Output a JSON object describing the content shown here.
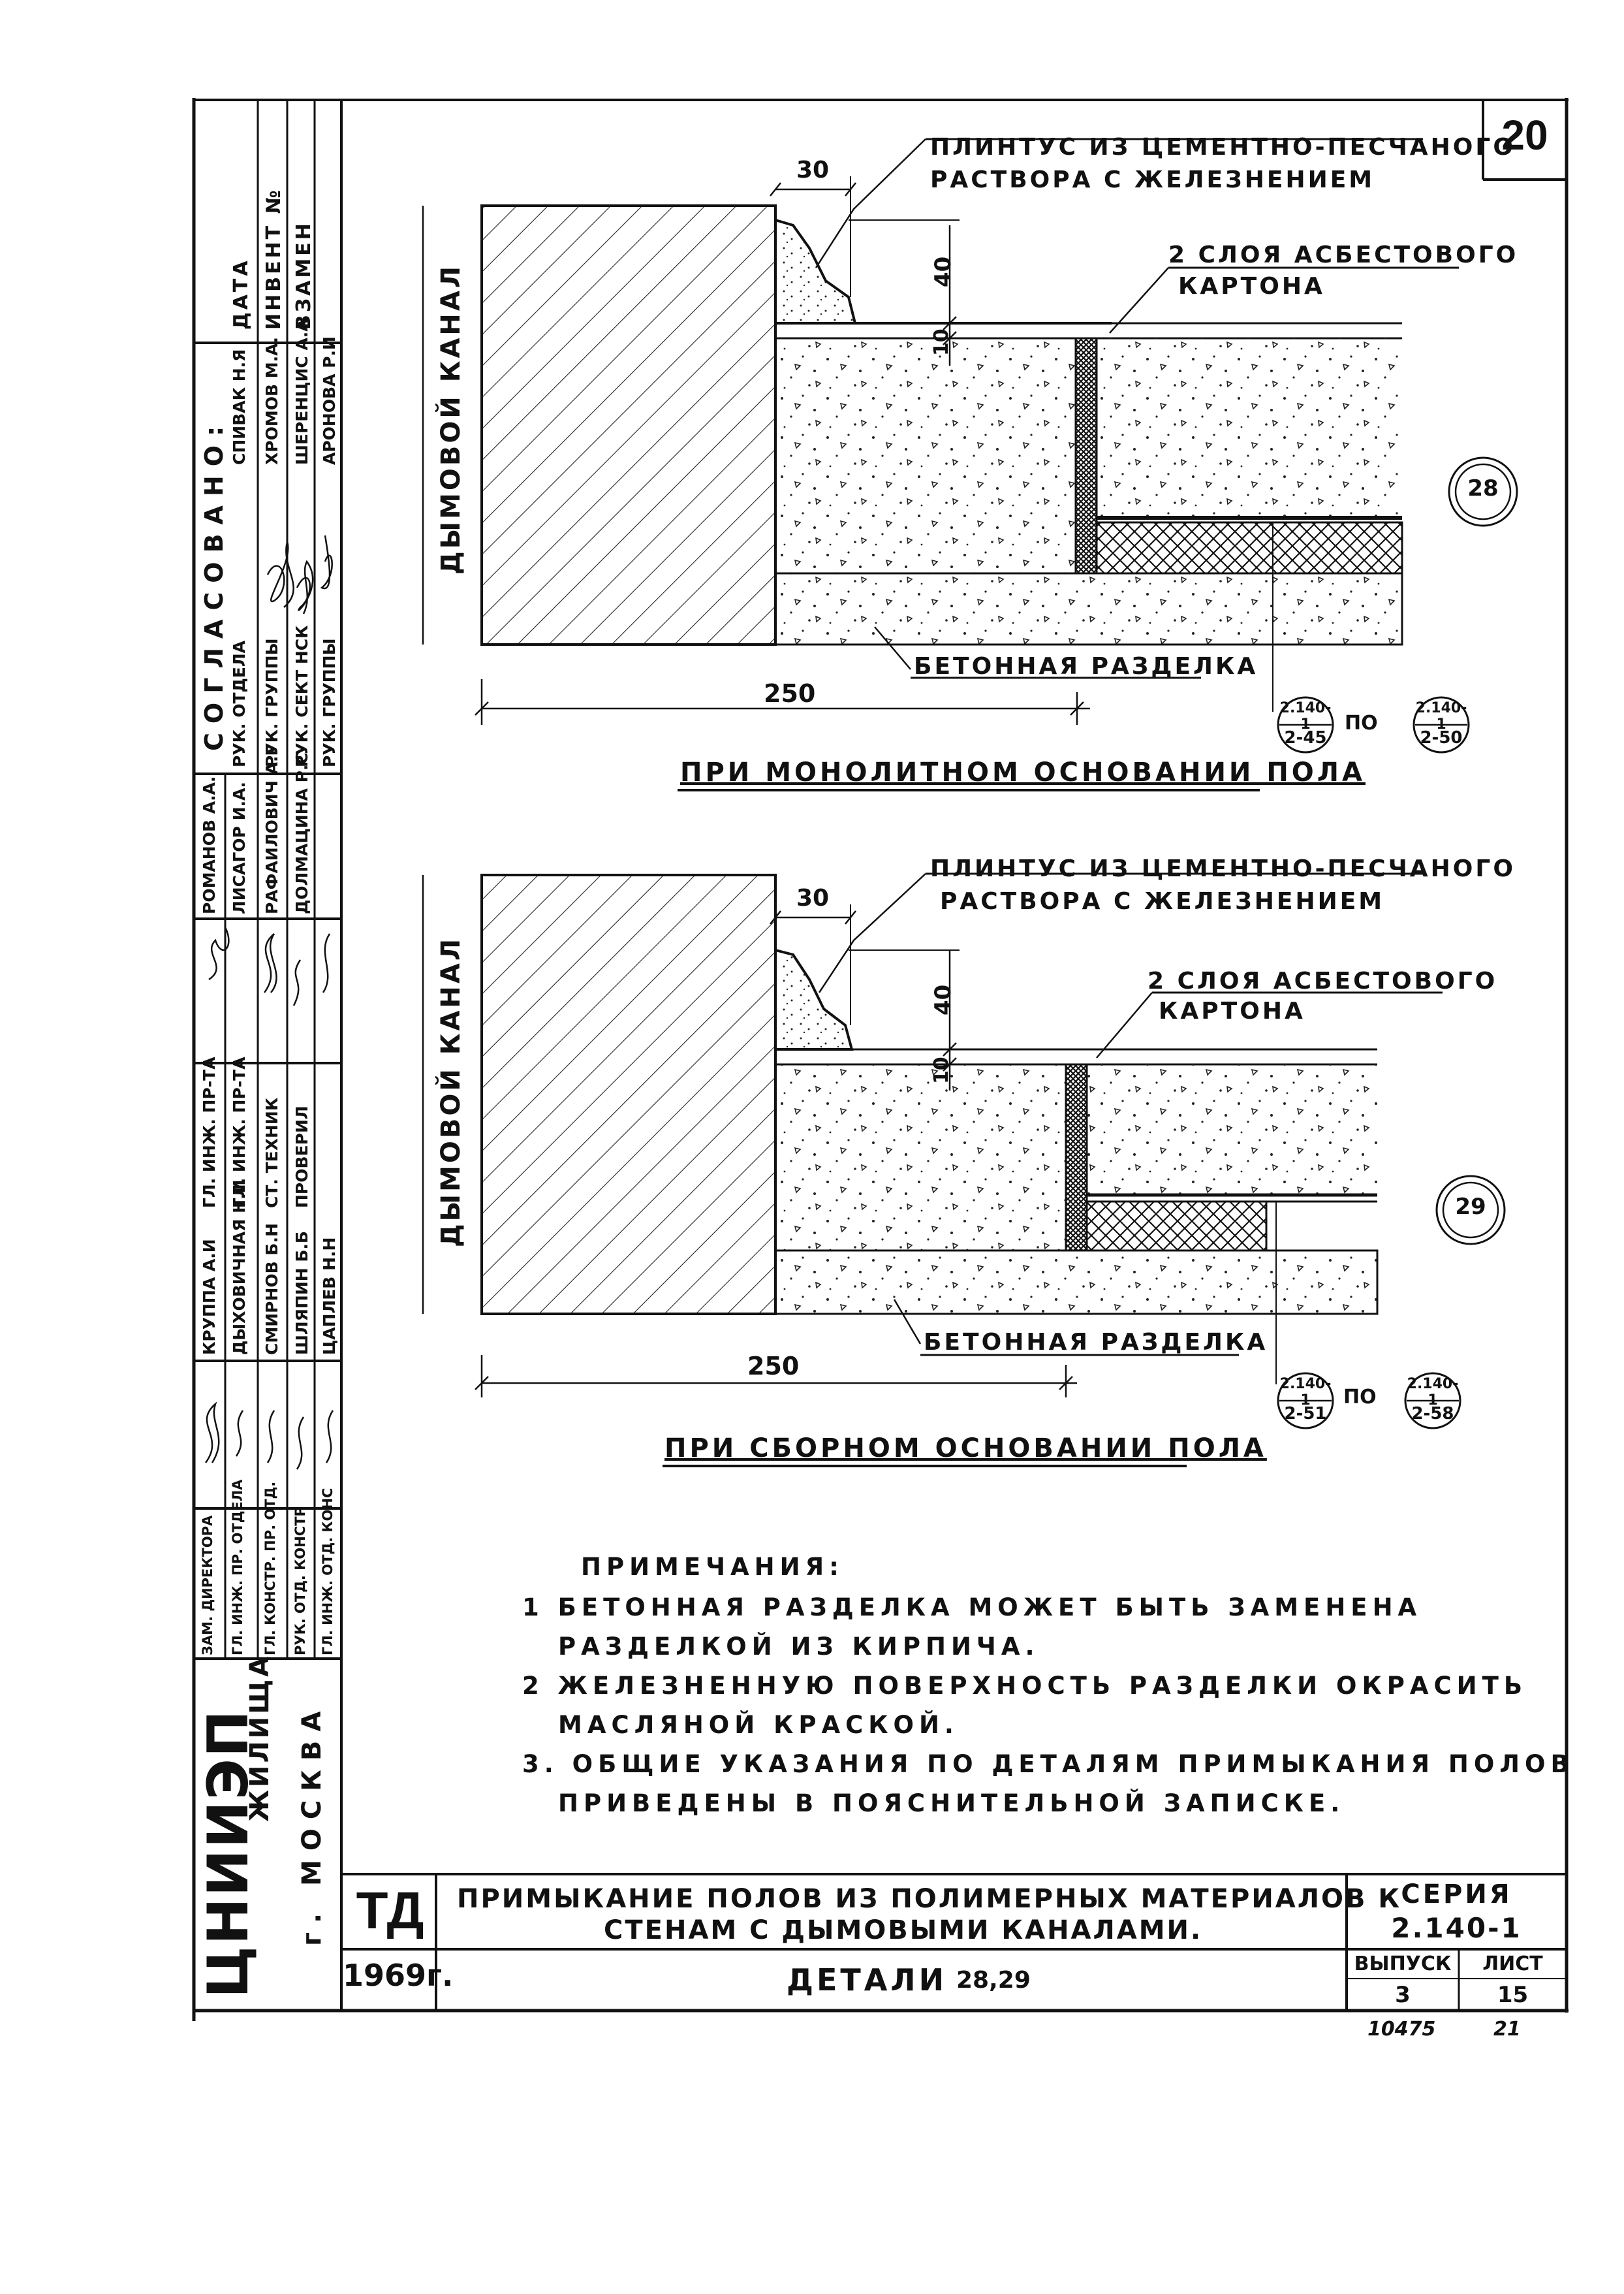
{
  "sheet_number": "20",
  "stamp_rows": {
    "col_role_labels": [
      "ДАТА",
      "ИНВЕНТ №",
      "ВЗАМЕН"
    ],
    "agreed_header": "СОГЛАСОВАНО:",
    "agreed_names": [
      "СПИВАК Н.Я",
      "ХРОМОВ М.А.",
      "ШЕРЕНЦИС А.А",
      "АРОНОВА Р.И"
    ],
    "agreed_roles": [
      "РУК. ОТДЕЛА",
      "РУК. ГРУППЫ",
      "РУК. СЕКТ НСК",
      "РУК. ГРУППЫ"
    ],
    "staff_names_1": [
      "РОМАНОВ А.А.",
      "ЛИСАГОР И.А.",
      "РАФАИЛОВИЧ А.Г",
      "ДОЛМАЦИНА Р.С"
    ],
    "staff_roles_1": [
      "ГЛ. ИНЖ. ПР-ТА",
      "ГЛ. ИНЖ. ПР-ТА",
      "СТ. ТЕХНИК",
      "ПРОВЕРИЛ"
    ],
    "staff_names_2": [
      "КРУППА А.И",
      "ДЫХОВИЧНАЯ Н.И",
      "СМИРНОВ Б.Н",
      "ШЛЯПИН Б.Б",
      "ЦАПЛЕВ Н.Н"
    ],
    "staff_roles_2": [
      "ЗАМ. ДИРЕКТОРА",
      "ГЛ. ИНЖ. ПР. ОТДЕЛА",
      "ГЛ. КОНСТР. ПР. ОТД.",
      "РУК. ОТД. КОНСТР",
      "ГЛ. ИНЖ. ОТД. КОНС"
    ],
    "org_main": "ЦНИИЭП",
    "org_sub": "ЖИЛИЩА",
    "org_city": "г. МОСКВА"
  },
  "detail_top": {
    "canal_label": "ДЫМОВОЙ КАНАЛ",
    "plinth_label_1": "ПЛИНТУС ИЗ ЦЕМЕНТНО-ПЕСЧАНОГО",
    "plinth_label_2": "РАСТВОРА С ЖЕЛЕЗНЕНИЕМ",
    "asbestos_1": "2 СЛОЯ АСБЕСТОВОГО",
    "asbestos_2": "КАРТОНА",
    "separation": "БЕТОННАЯ РАЗДЕЛКА",
    "dim_30": "30",
    "dim_40": "40",
    "dim_10": "10",
    "dim_250": "250",
    "detail_no": "28",
    "ref_a_top": "2.140-1",
    "ref_a_bot": "2-45",
    "ref_b_top": "2.140-1",
    "ref_b_bot": "2-50",
    "ref_po": "ПО",
    "title": "ПРИ МОНОЛИТНОМ ОСНОВАНИИ ПОЛА"
  },
  "detail_bottom": {
    "canal_label": "ДЫМОВОЙ КАНАЛ",
    "plinth_label_1": "ПЛИНТУС ИЗ ЦЕМЕНТНО-ПЕСЧАНОГО",
    "plinth_label_2": "РАСТВОРА С ЖЕЛЕЗНЕНИЕМ",
    "asbestos_1": "2 СЛОЯ АСБЕСТОВОГО",
    "asbestos_2": "КАРТОНА",
    "separation": "БЕТОННАЯ РАЗДЕЛКА",
    "dim_30": "30",
    "dim_40": "40",
    "dim_10": "10",
    "dim_250": "250",
    "detail_no": "29",
    "ref_a_top": "2.140-1",
    "ref_a_bot": "2-51",
    "ref_b_top": "2.140-1",
    "ref_b_bot": "2-58",
    "ref_po": "ПО",
    "title": "ПРИ СБОРНОМ ОСНОВАНИИ ПОЛА"
  },
  "notes": {
    "heading": "ПРИМЕЧАНИЯ:",
    "n1a": "1 БЕТОННАЯ РАЗДЕЛКА МОЖЕТ БЫТЬ ЗАМЕНЕНА",
    "n1b": "РАЗДЕЛКОЙ ИЗ КИРПИЧА.",
    "n2a": "2 ЖЕЛЕЗНЕННУЮ ПОВЕРХНОСТЬ РАЗДЕЛКИ ОКРАСИТЬ",
    "n2b": "МАСЛЯНОЙ КРАСКОЙ.",
    "n3a": "3. ОБЩИЕ УКАЗАНИЯ ПО ДЕТАЛЯМ ПРИМЫКАНИЯ ПОЛОВ",
    "n3b": "ПРИВЕДЕНЫ В ПОЯСНИТЕЛЬНОЙ ЗАПИСКЕ."
  },
  "title_block": {
    "td": "ТД",
    "year": "1969г.",
    "title_1": "ПРИМЫКАНИЕ ПОЛОВ ИЗ ПОЛИМЕРНЫХ МАТЕРИАЛОВ К",
    "title_2": "СТЕНАМ С ДЫМОВЫМИ КАНАЛАМИ.",
    "details_word": "ДЕТАЛИ",
    "details_nums": "28,29",
    "series_label": "СЕРИЯ",
    "series_value": "2.140-1",
    "issue_label": "ВЫПУСК",
    "issue_value": "3",
    "sheet_label": "ЛИСТ",
    "sheet_value": "15",
    "footer_code_1": "10475",
    "footer_code_2": "21"
  }
}
